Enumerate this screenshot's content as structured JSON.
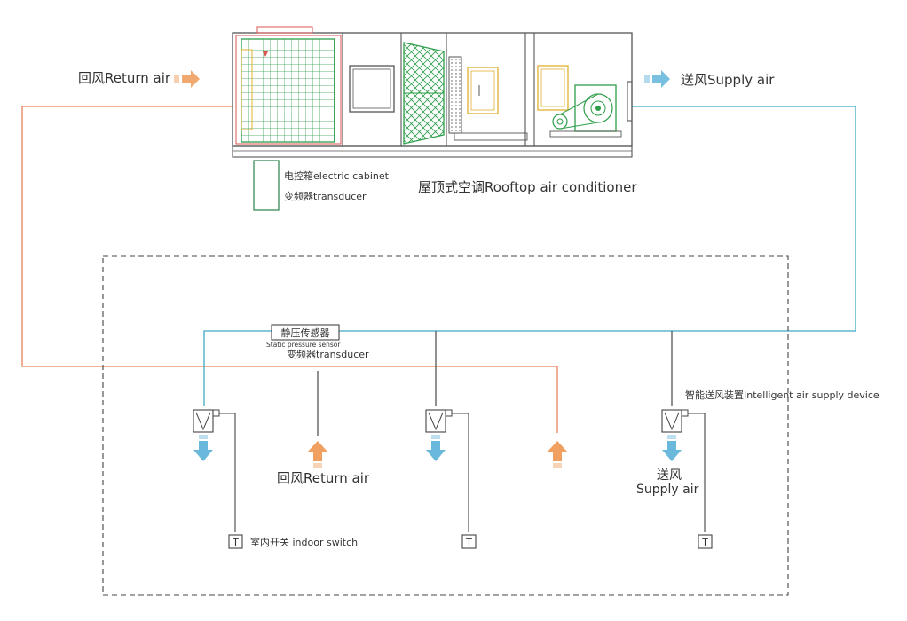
{
  "labels": {
    "return_air_top": "回风Return air",
    "supply_air_top": "送风Supply air",
    "electric_cabinet": "电控箱electric cabinet",
    "transducer_top": "变频器transducer",
    "rooftop_ac": "屋顶式空调Rooftop air conditioner",
    "static_sensor_cn": "静压传感器",
    "static_sensor_en": "Static pressure sensor",
    "transducer_mid": "变频器transducer",
    "intelligent_device": "智能送风装置Intelligent air supply device",
    "return_air_bottom": "回风Return air",
    "supply_air_bottom_cn": "送风",
    "supply_air_bottom_en": "Supply air",
    "indoor_switch": "室内开关 indoor switch",
    "switch_symbol": "T"
  },
  "colors": {
    "return_duct": "#e8835a",
    "supply_duct": "#3fa9c4",
    "return_arrow": "#f0a060",
    "supply_arrow": "#6ab8dc",
    "unit_outline": "#555555",
    "filter_green": "#2e9e4a",
    "heater_red": "#d9534f",
    "yellow_box": "#e0b030",
    "control_green": "#3a8a5a",
    "dashed_zone": "#444444"
  }
}
